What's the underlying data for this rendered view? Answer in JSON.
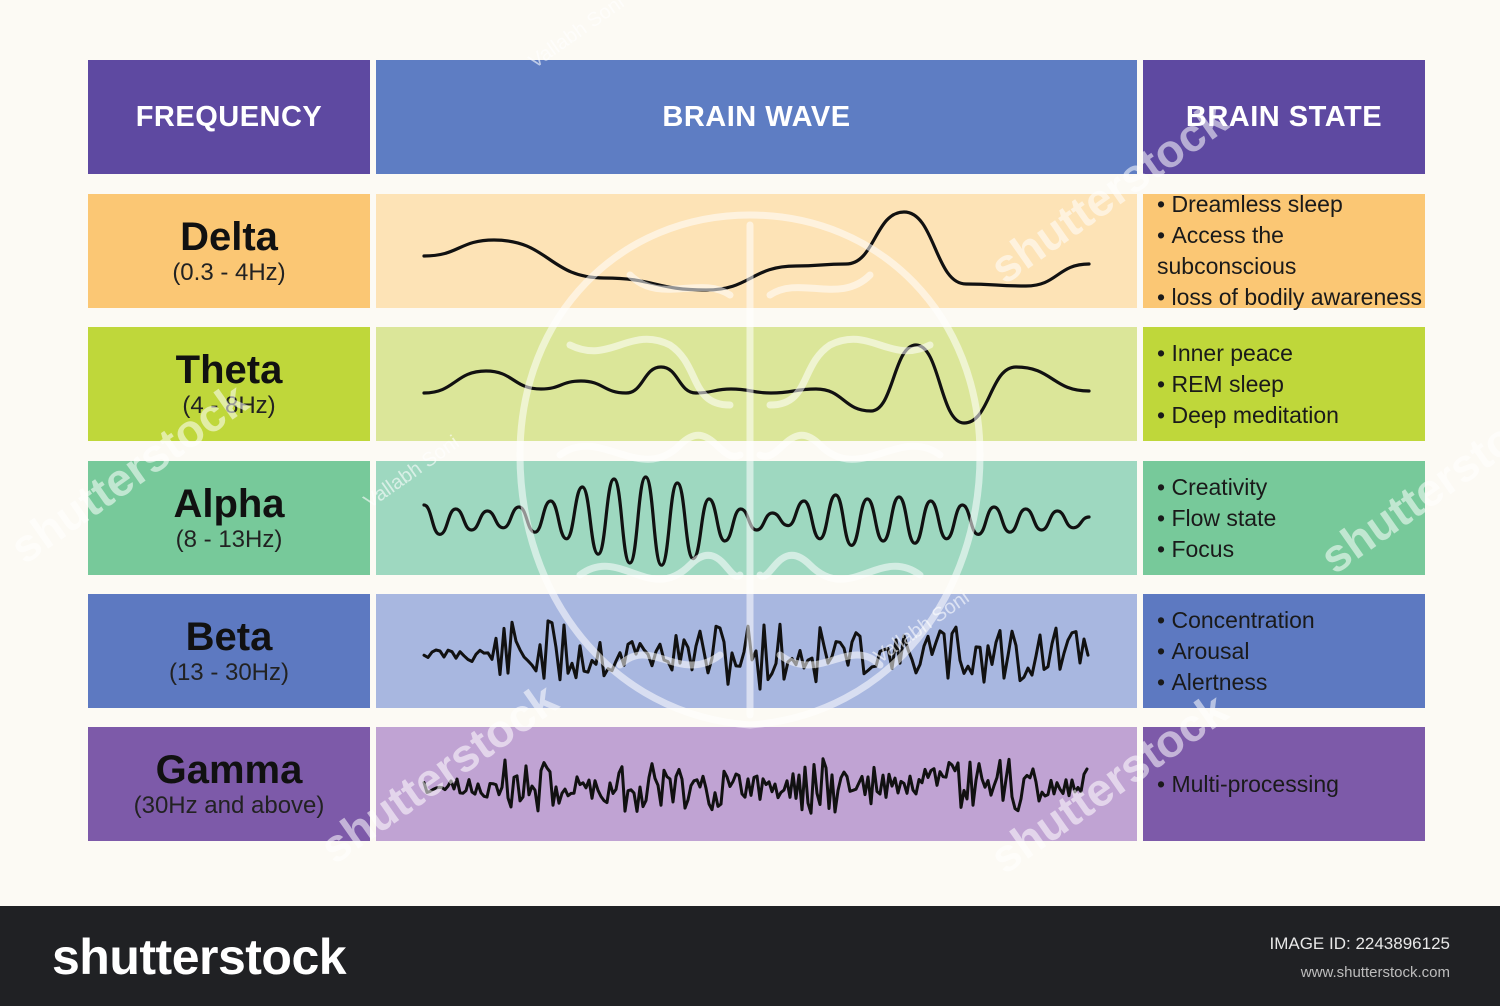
{
  "headers": {
    "frequency": "FREQUENCY",
    "brain_wave": "BRAIN WAVE",
    "brain_state": "BRAIN STATE"
  },
  "colors": {
    "header_purple": "#5e49a1",
    "header_blue": "#5e7dc3",
    "delta": "#fbc774",
    "delta_light": "#fde3b6",
    "theta": "#bfd73a",
    "theta_light": "#dbe699",
    "alpha": "#77c99a",
    "alpha_light": "#9ed8c0",
    "beta": "#5d79c1",
    "beta_light": "#a8b7e0",
    "gamma": "#7d5aa9",
    "gamma_light": "#c0a3d3"
  },
  "rows": [
    {
      "name": "Delta",
      "range": "(0.3 - 4Hz)",
      "states": [
        "Dreamless sleep",
        "Access the subconscious",
        "loss of bodily awareness"
      ],
      "wave": "delta"
    },
    {
      "name": "Theta",
      "range": "(4 - 8Hz)",
      "states": [
        "Inner peace",
        "REM sleep",
        "Deep meditation"
      ],
      "wave": "theta"
    },
    {
      "name": "Alpha",
      "range": "(8 - 13Hz)",
      "states": [
        "Creativity",
        "Flow state",
        "Focus"
      ],
      "wave": "alpha"
    },
    {
      "name": "Beta",
      "range": "(13 - 30Hz)",
      "states": [
        "Concentration",
        "Arousal",
        "Alertness"
      ],
      "wave": "beta"
    },
    {
      "name": "Gamma",
      "range": "(30Hz and above)",
      "states": [
        "Multi-processing"
      ],
      "wave": "gamma"
    }
  ],
  "watermark": {
    "brand": "shutterstock",
    "author": "Vallabh Soni"
  },
  "footer": {
    "logo": "shutterstock",
    "image_id": "IMAGE ID: 2243896125",
    "site": "www.shutterstock.com"
  }
}
